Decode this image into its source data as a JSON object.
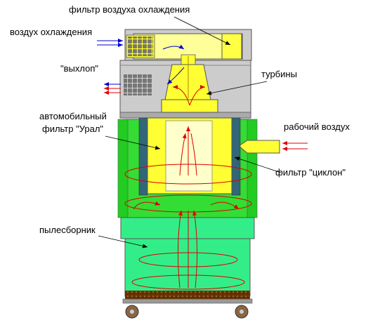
{
  "labels": {
    "cooling_air_filter": "фильтр воздуха охлаждения",
    "cooling_air": "воздух охлаждения",
    "exhaust": "\"выхлоп\"",
    "turbines": "турбины",
    "car_filter_line1": "автомобильный",
    "car_filter_line2": "фильтр \"Урал\"",
    "working_air": "рабочий воздух",
    "cyclone_filter": "фильтр \"циклон\"",
    "dust_collector": "пылесборник"
  },
  "colors": {
    "cooling_filter": "#ffff99",
    "grey_housing": "#cccccc",
    "turbine": "#ffff33",
    "green_body": "#33dd33",
    "light_green": "#33ee88",
    "cyclone_blue": "#336677",
    "air_blue": "#0000cc",
    "air_red": "#dd0000",
    "dust": "#663300",
    "wheel": "#886644"
  }
}
